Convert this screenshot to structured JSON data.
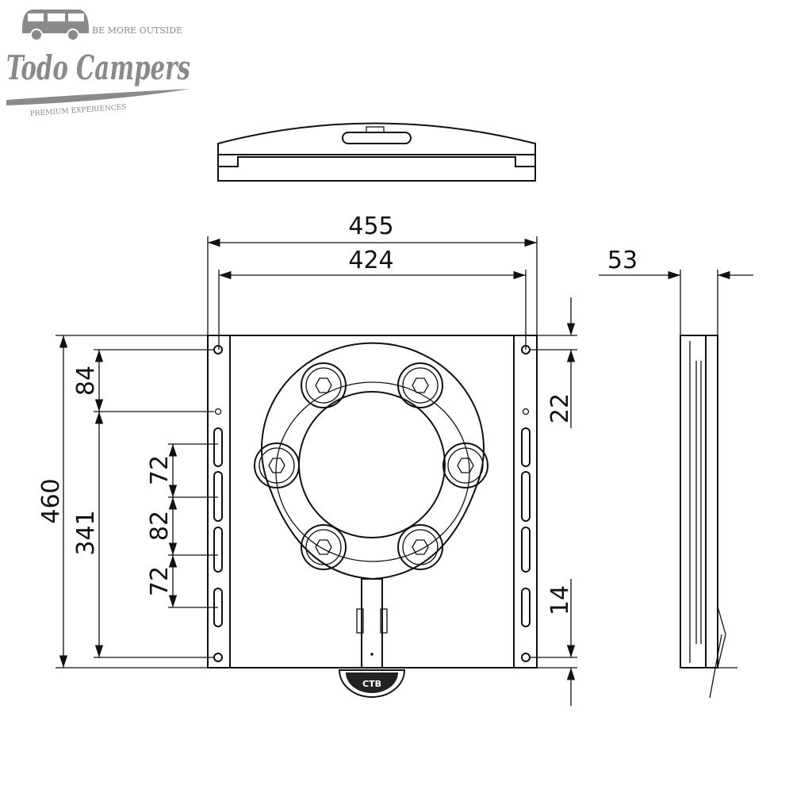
{
  "logo": {
    "brand": "Todo Campers",
    "tagline_top": "BE MORE OUTSIDE",
    "tagline_bottom": "PREMIUM EXPERIENCES",
    "color": "#8a8a8a"
  },
  "dimensions": {
    "outer_width": "455",
    "hole_spacing_width": "424",
    "depth": "53",
    "height": "460",
    "top_offset": "84",
    "hole_spacing_height": "341",
    "slot_spacing_1": "72",
    "slot_spacing_2": "82",
    "slot_spacing_3": "72",
    "right_top_offset": "22",
    "right_bottom_offset": "14"
  },
  "handle_label": "CTB"
}
